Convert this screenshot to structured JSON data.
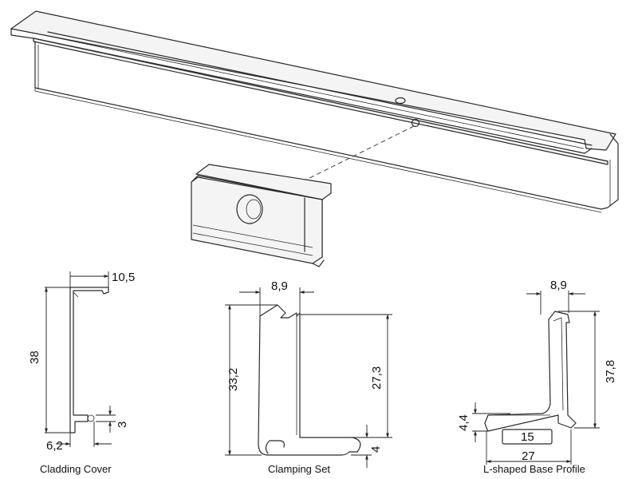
{
  "views": {
    "cladding_cover": {
      "caption": "Cladding Cover",
      "dims": {
        "width_top": "10,5",
        "height": "38",
        "bottom_width": "6,2",
        "clip_height": "3"
      }
    },
    "clamping_set": {
      "caption": "Clamping Set",
      "dims": {
        "top_width": "8,9",
        "total_height": "33,2",
        "inner_height": "27,3",
        "foot_height": "4"
      }
    },
    "base_profile": {
      "caption": "L-shaped Base Profile",
      "dims": {
        "top_width": "8,9",
        "height": "37,8",
        "flange_height": "4,4",
        "slot_width": "15",
        "total_width": "27"
      }
    }
  }
}
